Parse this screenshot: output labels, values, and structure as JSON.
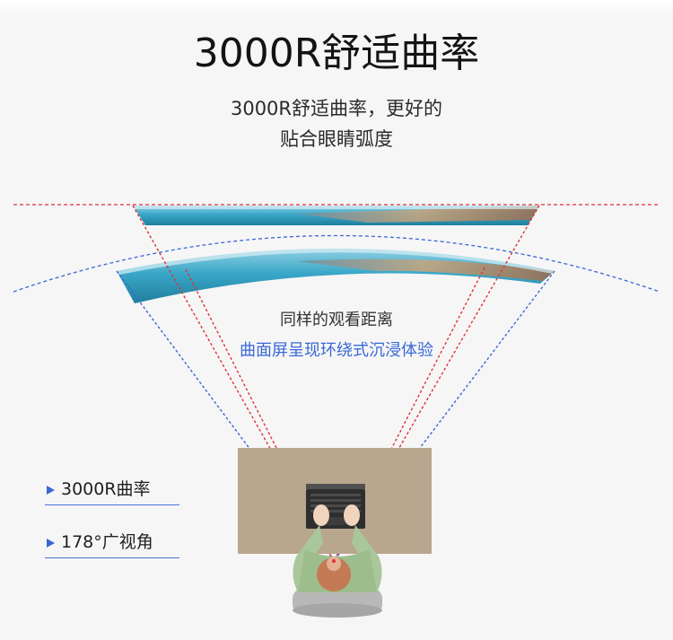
{
  "header": {
    "title": "3000R舒适曲率",
    "subtitle_line1": "3000R舒适曲率，更好的",
    "subtitle_line2": "贴合眼睛弧度"
  },
  "diagram": {
    "caption_same_distance": "同样的观看距离",
    "caption_immersive": "曲面屏呈现环绕式沉浸体验"
  },
  "features": [
    {
      "label": "3000R曲率"
    },
    {
      "label": "178°广视角"
    }
  ],
  "colors": {
    "flat_sightline": "#e0323a",
    "curved_sightline": "#3b66d6",
    "accent_blue": "#3a68d6",
    "desk": "#b9a68e",
    "shirt": "#a9c79a",
    "hair": "#c47a55",
    "chair": "#b8b8b8"
  },
  "icons": {
    "bullet": "triangle-right-icon"
  }
}
